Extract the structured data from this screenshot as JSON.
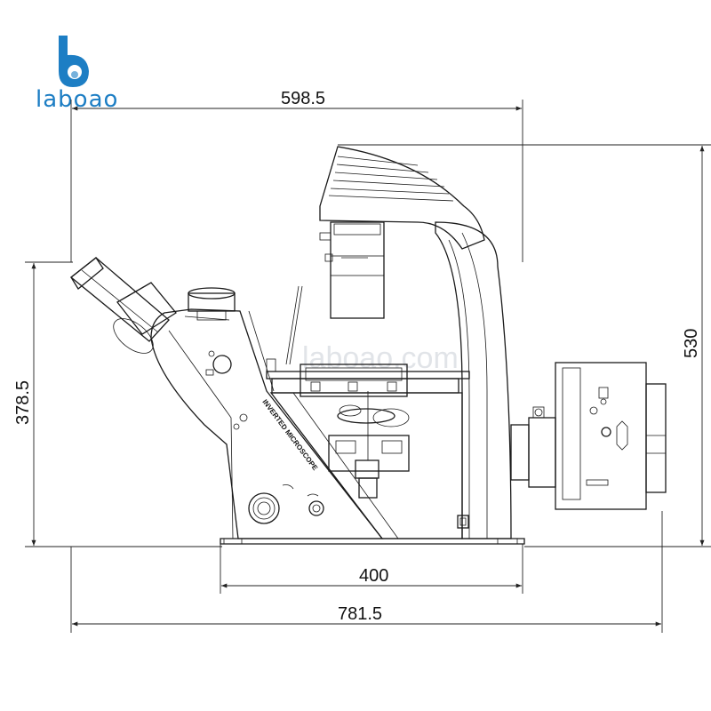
{
  "brand": {
    "name": "laboao",
    "watermark": "laboao.com",
    "color": "#1d7ec4"
  },
  "dimensions": {
    "top_width": "598.5",
    "height_right": "530",
    "height_left": "378.5",
    "base_width": "400",
    "total_width": "781.5"
  },
  "body_label": "INVERTED MICROSCOPE"
}
